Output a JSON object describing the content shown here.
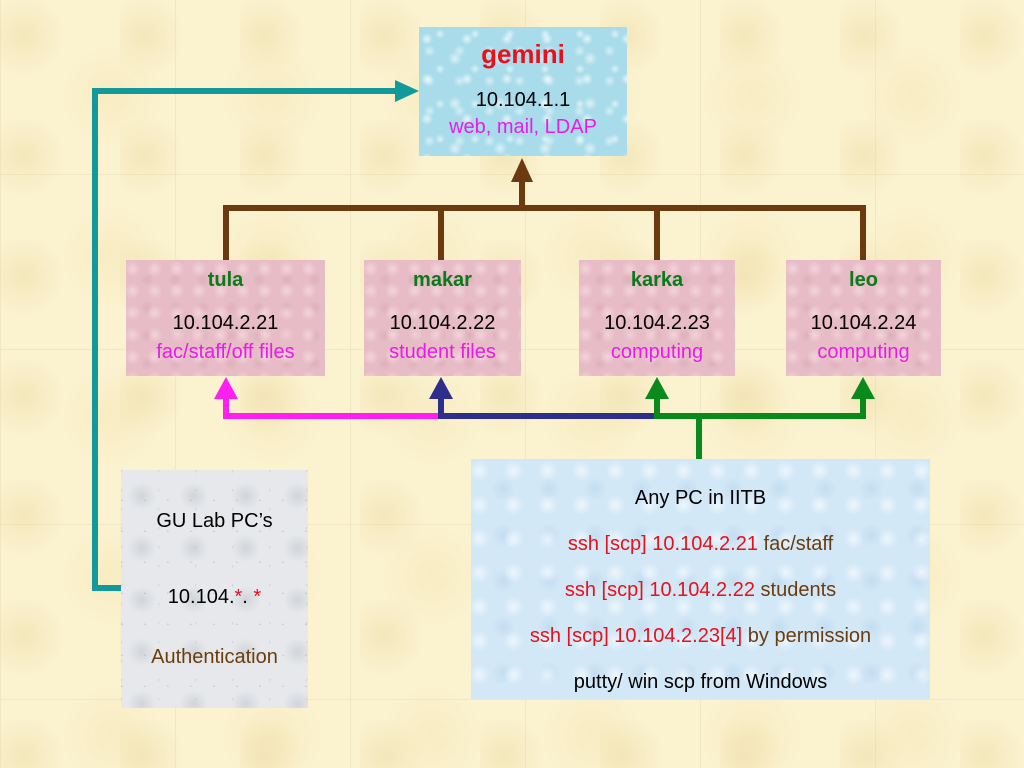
{
  "gemini": {
    "name": "gemini",
    "ip": "10.104.1.1",
    "services": "web, mail, LDAP"
  },
  "servers": [
    {
      "name": "tula",
      "ip": "10.104.2.21",
      "role": "fac/staff/off files"
    },
    {
      "name": "makar",
      "ip": "10.104.2.22",
      "role": "student files"
    },
    {
      "name": "karka",
      "ip": "10.104.2.23",
      "role": "computing"
    },
    {
      "name": "leo",
      "ip": "10.104.2.24",
      "role": "computing"
    }
  ],
  "iitb": {
    "heading": "Any PC in IITB",
    "access": [
      {
        "cmd": "ssh [scp] 10.104.2.21",
        "target": "fac/staff"
      },
      {
        "cmd": "ssh [scp] 10.104.2.22",
        "target": "students"
      },
      {
        "cmd": "ssh [scp] 10.104.2.23[4]",
        "target": "by permission"
      }
    ],
    "footer": "putty/ win scp from Windows"
  },
  "gu_lab": {
    "title": "GU Lab PC’s",
    "addr_prefix": "10.104.",
    "addr_wild1": "*",
    "addr_dot": ". ",
    "addr_wild2": "*",
    "auth": "Authentication"
  },
  "colors": {
    "brown_connector": "#6b3a0f",
    "teal_connector": "#129a9a",
    "magenta_connector": "#ff1ff0",
    "navy_connector": "#2e2e8c",
    "green_connector": "#0a8a1a"
  }
}
